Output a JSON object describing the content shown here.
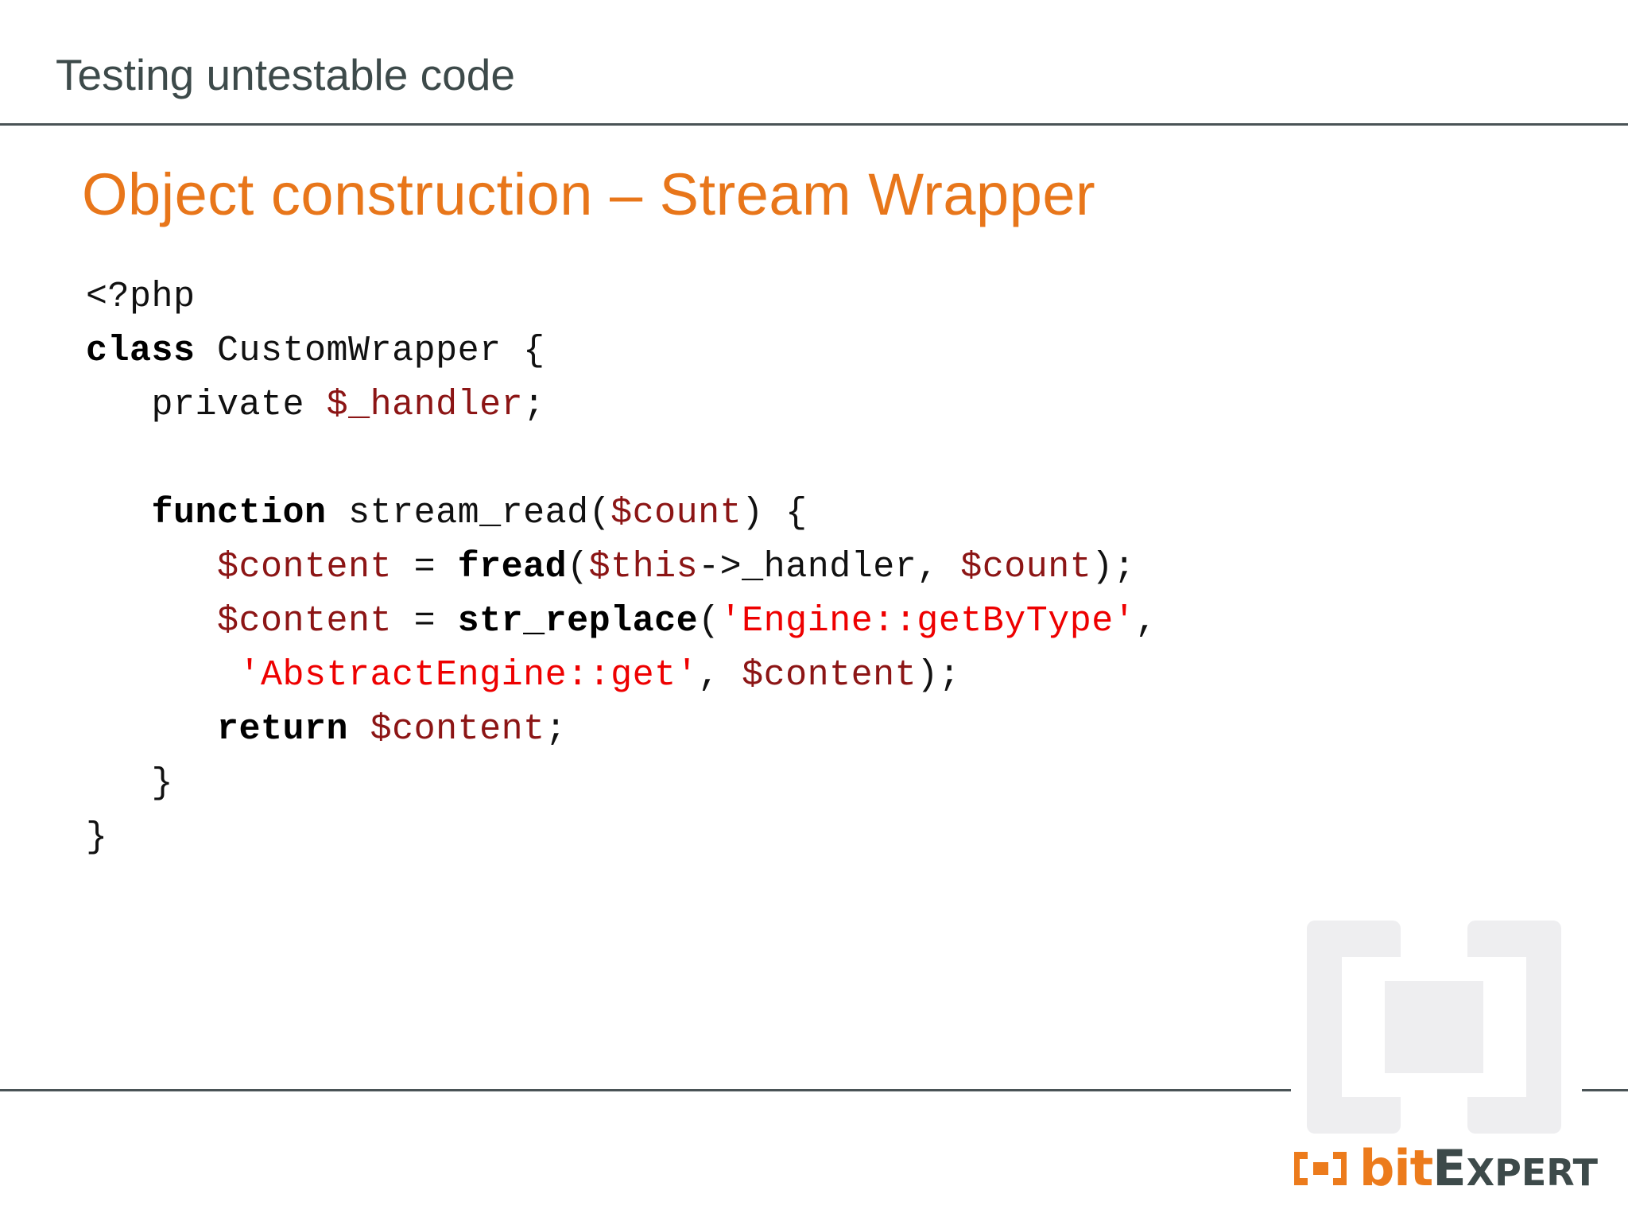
{
  "header": {
    "title": "Testing untestable code",
    "title_color": "#3d4a4a",
    "rule_color": "#4a5356"
  },
  "slide": {
    "title": "Object construction – Stream Wrapper",
    "title_color": "#e8761a"
  },
  "code": {
    "language": "php",
    "colors": {
      "keyword": "#000000",
      "variable": "#8c1515",
      "string": "#ee0000",
      "plain": "#111111"
    },
    "lines": [
      {
        "id": 0,
        "tokens": [
          {
            "t": "plain",
            "s": "<?php"
          }
        ]
      },
      {
        "id": 1,
        "tokens": [
          {
            "t": "kw",
            "s": "class"
          },
          {
            "t": "plain",
            "s": " CustomWrapper {"
          }
        ]
      },
      {
        "id": 2,
        "tokens": [
          {
            "t": "plain",
            "s": "   private "
          },
          {
            "t": "var",
            "s": "$_handler"
          },
          {
            "t": "plain",
            "s": ";"
          }
        ]
      },
      {
        "id": 3,
        "tokens": [
          {
            "t": "plain",
            "s": ""
          }
        ]
      },
      {
        "id": 4,
        "tokens": [
          {
            "t": "plain",
            "s": "   "
          },
          {
            "t": "kw",
            "s": "function"
          },
          {
            "t": "plain",
            "s": " stream_read("
          },
          {
            "t": "var",
            "s": "$count"
          },
          {
            "t": "plain",
            "s": ") {"
          }
        ]
      },
      {
        "id": 5,
        "tokens": [
          {
            "t": "plain",
            "s": "      "
          },
          {
            "t": "var",
            "s": "$content"
          },
          {
            "t": "plain",
            "s": " = "
          },
          {
            "t": "fn",
            "s": "fread"
          },
          {
            "t": "plain",
            "s": "("
          },
          {
            "t": "var",
            "s": "$this"
          },
          {
            "t": "plain",
            "s": "->_handler, "
          },
          {
            "t": "var",
            "s": "$count"
          },
          {
            "t": "plain",
            "s": ");"
          }
        ]
      },
      {
        "id": 6,
        "tokens": [
          {
            "t": "plain",
            "s": "      "
          },
          {
            "t": "var",
            "s": "$content"
          },
          {
            "t": "plain",
            "s": " = "
          },
          {
            "t": "fn",
            "s": "str_replace"
          },
          {
            "t": "plain",
            "s": "("
          },
          {
            "t": "str",
            "s": "'Engine::getByType'"
          },
          {
            "t": "plain",
            "s": ","
          }
        ]
      },
      {
        "id": 7,
        "tokens": [
          {
            "t": "plain",
            "s": "       "
          },
          {
            "t": "str",
            "s": "'AbstractEngine::get'"
          },
          {
            "t": "plain",
            "s": ", "
          },
          {
            "t": "var",
            "s": "$content"
          },
          {
            "t": "plain",
            "s": ");"
          }
        ]
      },
      {
        "id": 8,
        "tokens": [
          {
            "t": "plain",
            "s": "      "
          },
          {
            "t": "kw",
            "s": "return"
          },
          {
            "t": "plain",
            "s": " "
          },
          {
            "t": "var",
            "s": "$content"
          },
          {
            "t": "plain",
            "s": ";"
          }
        ]
      },
      {
        "id": 9,
        "tokens": [
          {
            "t": "plain",
            "s": "   }"
          }
        ]
      },
      {
        "id": 10,
        "tokens": [
          {
            "t": "plain",
            "s": "}"
          }
        ]
      }
    ]
  },
  "footer": {
    "rule_color": "#4a5356"
  },
  "brand": {
    "mark_name": "bitexpert-bracket-mark",
    "text_bit": "bit",
    "text_expert_cap": "E",
    "text_expert_rest": "XPERT",
    "orange": "#ec7b1c",
    "dark": "#3d4a4a",
    "watermark_color": "#eeeef0"
  }
}
